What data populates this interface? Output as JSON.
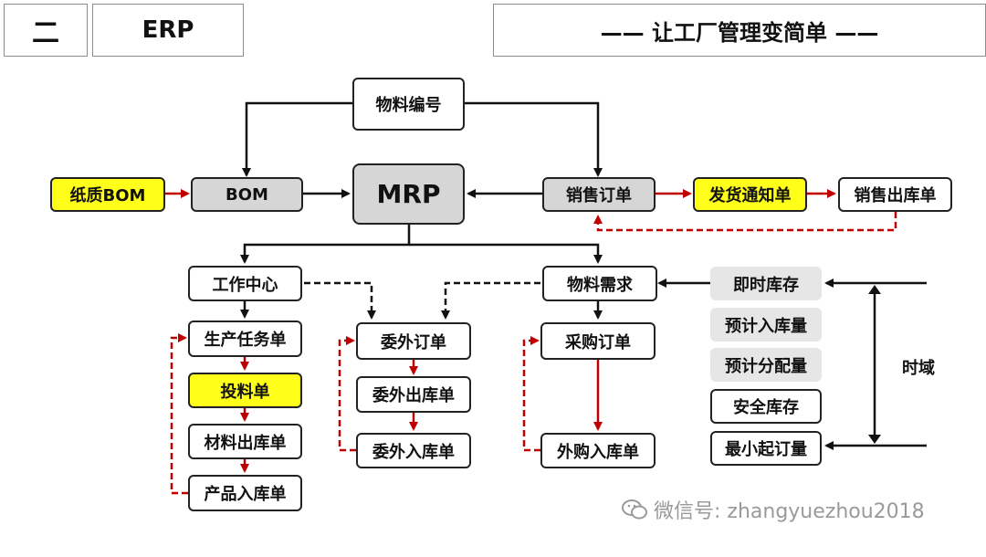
{
  "header": {
    "section_number": "二",
    "section_title": "ERP",
    "slogan": "—— 让工厂管理变简单 ——"
  },
  "nodes": {
    "material_code": "物料编号",
    "paper_bom": "纸质BOM",
    "bom": "BOM",
    "mrp": "MRP",
    "sales_order": "销售订单",
    "shipping_notice": "发货通知单",
    "sales_outbound": "销售出库单",
    "work_center": "工作中心",
    "material_demand": "物料需求",
    "instant_stock": "即时库存",
    "expected_inbound": "预计入库量",
    "expected_allocation": "预计分配量",
    "safety_stock": "安全库存",
    "min_order_qty": "最小起订量",
    "production_task": "生产任务单",
    "feeding_order": "投料单",
    "material_outbound": "材料出库单",
    "product_inbound": "产品入库单",
    "outsource_order": "委外订单",
    "outsource_outbound": "委外出库单",
    "outsource_inbound": "委外入库单",
    "purchase_order": "采购订单",
    "purchase_inbound": "外购入库单"
  },
  "time_domain_label": "时域",
  "watermark": "微信号: zhangyuezhou2018",
  "colors": {
    "highlight_yellow": "#ffff1a",
    "gray_box": "#d6d6d6",
    "light_box": "#e6e6e6",
    "arrow_black": "#111111",
    "arrow_red": "#c00000",
    "dashed_red": "#c00000"
  }
}
